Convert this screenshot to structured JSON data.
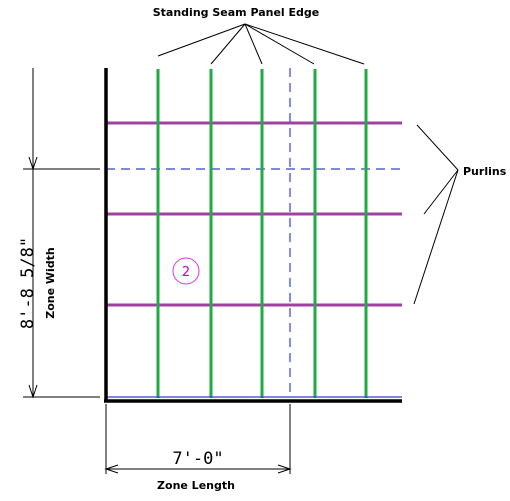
{
  "labels": {
    "panel_edge": "Standing Seam Panel Edge",
    "purlins": "Purlins",
    "zone_width": "Zone Width",
    "zone_length": "Zone Length",
    "width_dim": "8'-8 5/8\"",
    "length_dim": "7'-0\"",
    "zone_number": "2"
  },
  "colors": {
    "panel_seam": "#22aa44",
    "purlin": "#a040a0",
    "dashed": "#3344cc",
    "zone_circle": "#dd33dd",
    "frame": "#000000"
  },
  "counts": {
    "panel_seams": 5,
    "purlins": 3
  }
}
